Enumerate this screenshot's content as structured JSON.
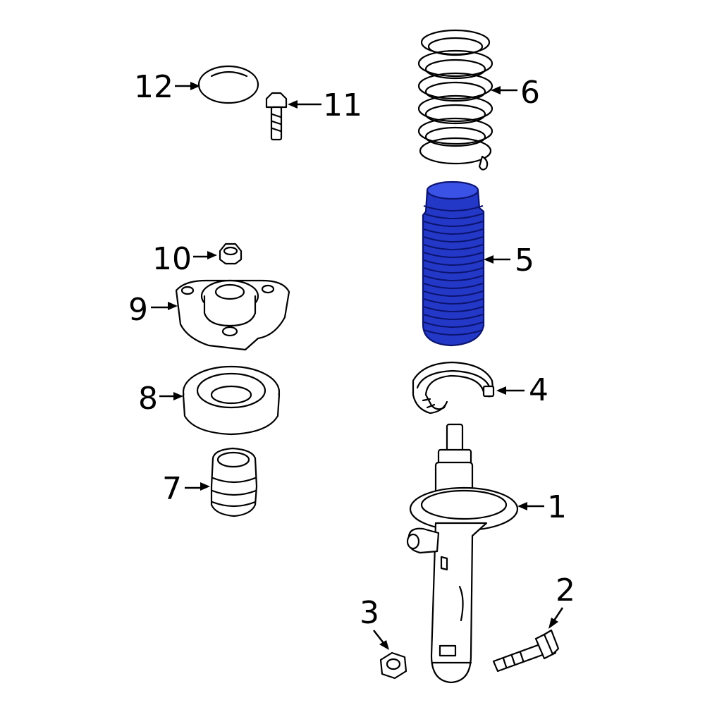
{
  "diagram": {
    "parts": [
      {
        "id": "1",
        "label": "1"
      },
      {
        "id": "2",
        "label": "2"
      },
      {
        "id": "3",
        "label": "3"
      },
      {
        "id": "4",
        "label": "4"
      },
      {
        "id": "5",
        "label": "5",
        "highlighted": true
      },
      {
        "id": "6",
        "label": "6"
      },
      {
        "id": "7",
        "label": "7"
      },
      {
        "id": "8",
        "label": "8"
      },
      {
        "id": "9",
        "label": "9"
      },
      {
        "id": "10",
        "label": "10"
      },
      {
        "id": "11",
        "label": "11"
      },
      {
        "id": "12",
        "label": "12"
      }
    ],
    "highlight_color": "#2438c8",
    "line_color": "#000000",
    "background_color": "#ffffff"
  }
}
